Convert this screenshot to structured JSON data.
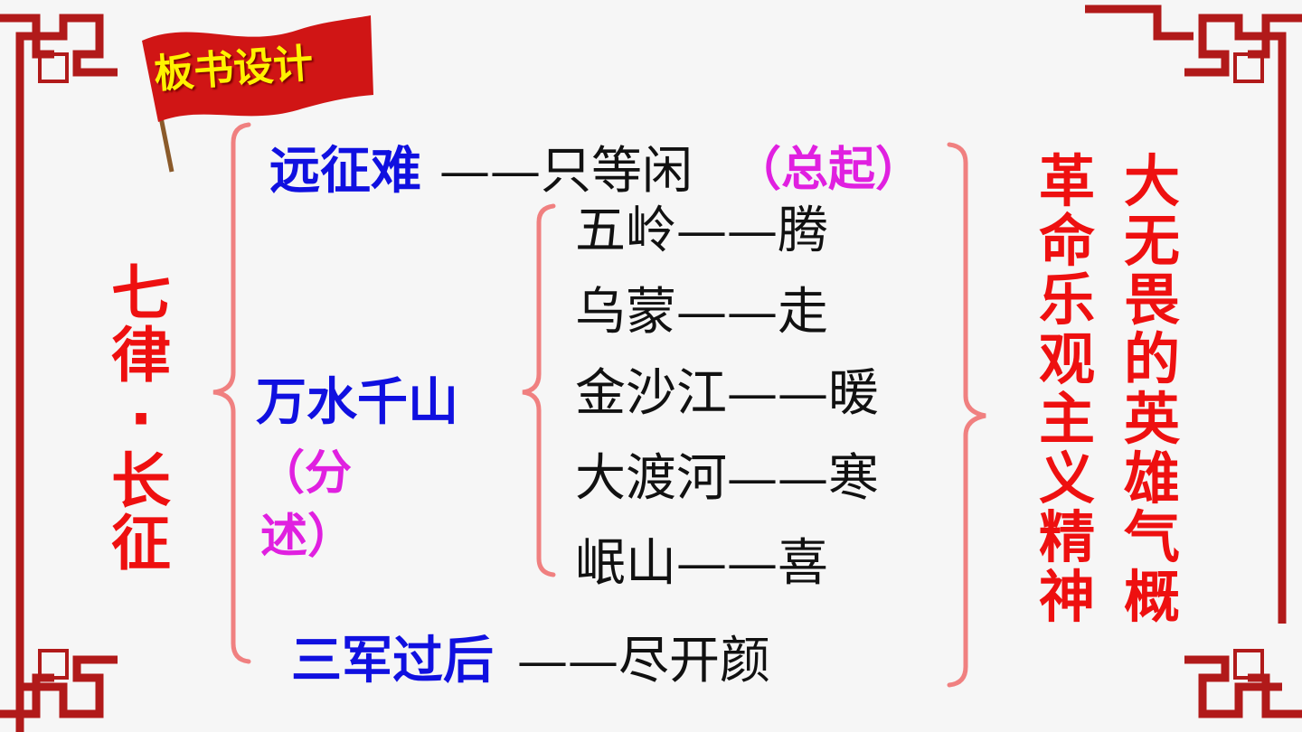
{
  "colors": {
    "frame": "#b11a1a",
    "brace": "#f08080",
    "blue": "#1010e0",
    "magenta": "#e020e0",
    "red": "#ee1010",
    "flag": "#d01515",
    "flag_text": "#fff200"
  },
  "flag": {
    "label": "板书设计"
  },
  "title": "七律·长征",
  "top_line": {
    "part1": "远征难",
    "part2": "——只等闲",
    "note": "（总起）"
  },
  "middle": {
    "label": "万水千山",
    "note_line1": "（分",
    "note_line2": "述）"
  },
  "details": [
    {
      "text": "五岭——腾"
    },
    {
      "text": "乌蒙——走"
    },
    {
      "text": "金沙江——暖"
    },
    {
      "text": "大渡河——寒"
    },
    {
      "text": "岷山——喜"
    }
  ],
  "bottom_line": {
    "part1": "三军过后",
    "part2": "——尽开颜"
  },
  "right_columns": {
    "col1": "革命乐观主义精神",
    "col2": "大无畏的英雄气概"
  }
}
